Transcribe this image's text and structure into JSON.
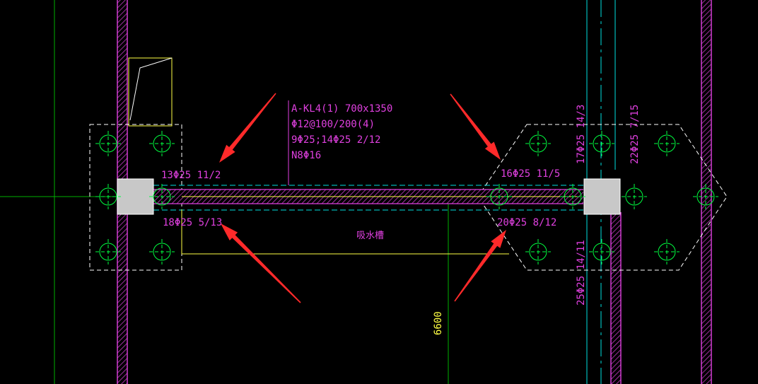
{
  "colors": {
    "background": "#000000",
    "magenta": "#e040e0",
    "green": "#00ff40",
    "cyan": "#00e0e0",
    "yellow": "#ffff44",
    "white": "#ffffff",
    "gray": "#c8c8c8",
    "red": "#ff2a2a",
    "grid_green": "#00b000"
  },
  "beam_label": {
    "line1": "A-KL4(1) 700x1350",
    "line2": "Φ12@100/200(4)",
    "line3": "9Φ25;14Φ25 2/12",
    "line4": "N8Φ16"
  },
  "rebar_labels": {
    "left_top": "13Φ25 11/2",
    "left_bottom": "18Φ25 5/13",
    "right_top": "16Φ25 11/5",
    "right_bottom": "20Φ25 8/12",
    "vertical_top_a": "17Φ25 14/3",
    "vertical_top_b": "22Φ25 7/15",
    "vertical_bottom": "25Φ25 14/11"
  },
  "area_label": "吸水槽",
  "dimension": "6600",
  "icons": {
    "pile": "pile-circle-icon",
    "arrow": "red-arrow-icon"
  }
}
